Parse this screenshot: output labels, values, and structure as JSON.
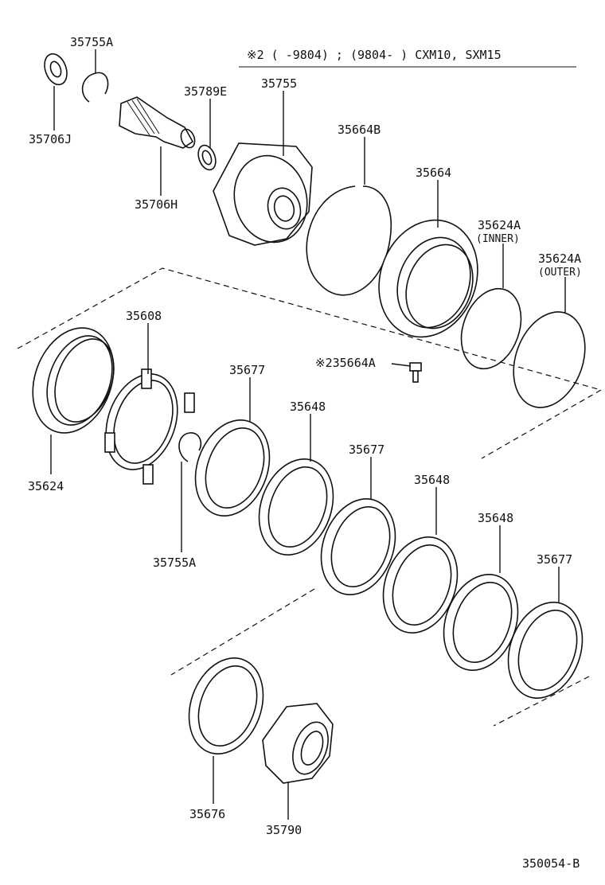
{
  "note": "※2 (      -9804) ; (9804-      ) CXM10, SXM15",
  "figure_code": "350054-B",
  "labels": {
    "l_35755A_top": "35755A",
    "l_35706J": "35706J",
    "l_35789E": "35789E",
    "l_35755": "35755",
    "l_35706H": "35706H",
    "l_35664B": "35664B",
    "l_35664": "35664",
    "l_35624A_inner": "35624A",
    "l_inner": "(INNER)",
    "l_35624A_outer": "35624A",
    "l_outer": "(OUTER)",
    "l_35608": "35608",
    "l_35664A": "※235664A",
    "l_35677_a": "35677",
    "l_35648_a": "35648",
    "l_35677_b": "35677",
    "l_35648_b": "35648",
    "l_35648_c": "35648",
    "l_35677_c": "35677",
    "l_35624": "35624",
    "l_35755A_bottom": "35755A",
    "l_35676": "35676",
    "l_35790": "35790"
  }
}
